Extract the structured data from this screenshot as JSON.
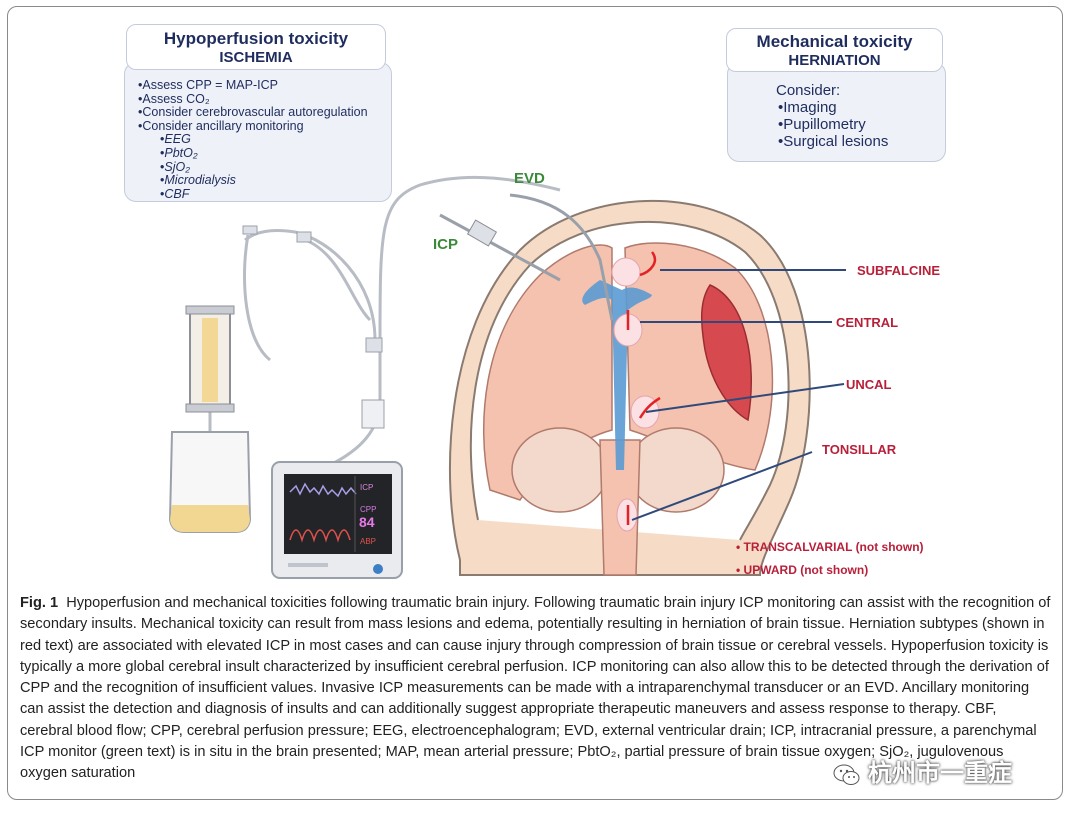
{
  "ischemia_box": {
    "title": "Hypoperfusion toxicity",
    "subtitle": "ISCHEMIA",
    "items": [
      "Assess CPP = MAP-ICP",
      "Assess CO₂",
      "Consider cerebrovascular autoregulation",
      "Consider ancillary monitoring"
    ],
    "subitems": [
      "EEG",
      "PbtO₂",
      "SjO₂",
      "Microdialysis",
      "CBF"
    ]
  },
  "herniation_box": {
    "title": "Mechanical toxicity",
    "subtitle": "HERNIATION",
    "consider": "Consider:",
    "items": [
      "Imaging",
      "Pupillometry",
      "Surgical lesions"
    ]
  },
  "labels": {
    "evd": "EVD",
    "icp": "ICP",
    "subfalcine": "SUBFALCINE",
    "central": "CENTRAL",
    "uncal": "UNCAL",
    "tonsillar": "TONSILLAR",
    "transcalvarial": "TRANSCALVARIAL",
    "transcalvarial_note": "(not shown)",
    "upward": "UPWARD",
    "upward_note": "(not shown)"
  },
  "monitor": {
    "icp": "ICP",
    "cpp": "CPP",
    "cpp_value": "84",
    "abp": "ABP"
  },
  "caption": {
    "fig_label": "Fig. 1",
    "text": "Hypoperfusion and mechanical toxicities following traumatic brain injury. Following traumatic brain injury ICP monitoring can assist with the recognition of secondary insults. Mechanical toxicity can result from mass lesions and edema, potentially resulting in herniation of brain tissue. Herniation subtypes (shown in red text) are associated with elevated ICP in most cases and can cause injury through compression of brain tissue or cerebral vessels. Hypoperfusion toxicity is typically a more global cerebral insult characterized by insufficient cerebral perfusion. ICP monitoring can also allow this to be detected through the derivation of CPP and the recognition of insufficient values. Invasive ICP measurements can be made with a intraparenchymal transducer or an EVD. Ancillary monitoring can assist the detection and diagnosis of insults and can additionally suggest appropriate therapeutic maneuvers and assess response to therapy. CBF, cerebral blood flow; CPP, cerebral perfusion pressure; EEG, electroencephalogram; EVD, external ventricular drain; ICP, intracranial pressure, a parenchymal ICP monitor (green text) is in situ in the brain presented; MAP, mean arterial pressure; PbtO₂, partial pressure of brain tissue oxygen; SjO₂, jugulovenous oxygen saturation"
  },
  "watermark": "杭州市一重症",
  "colors": {
    "navy_text": "#1f2d5e",
    "red_label": "#b8203a",
    "green_label": "#3b8a3b",
    "brain_pink": "#f4c2ae",
    "ventricle_blue": "#5b9ad3",
    "hematoma_red": "#d64a4f"
  }
}
